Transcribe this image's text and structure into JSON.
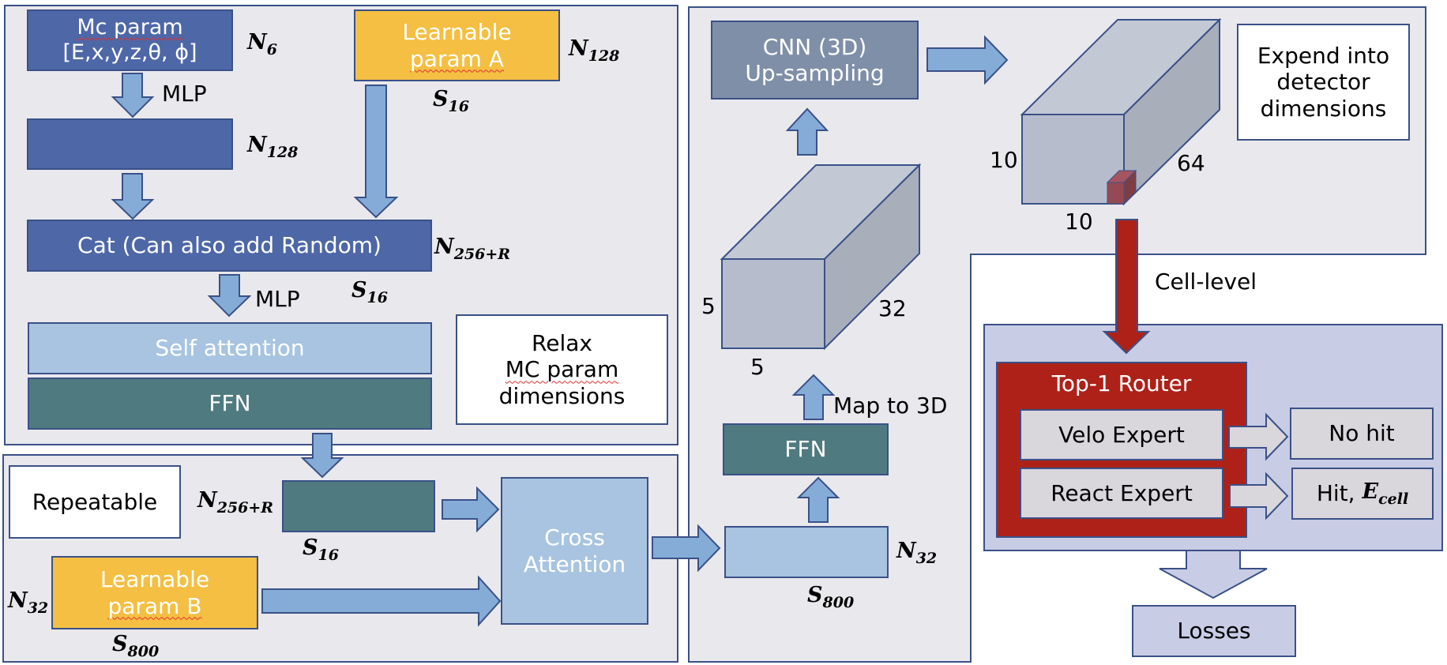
{
  "colors": {
    "panel_fill": "#e9e8ec",
    "panel_stroke": "#3a5188",
    "blue_dark": "#4e67a7",
    "gold": "#f4bf42",
    "light_blue": "#a8c4e0",
    "teal": "#4f7a80",
    "slate": "#7f8fa8",
    "arrow_blue": "#84acd7",
    "router_red": "#ad2119",
    "moe_fill": "#c9cce5",
    "expert_fill": "#d9d6dc",
    "cube_front": "#b6bccb",
    "cube_top": "#c3c8d5",
    "cube_side": "#a9aebb",
    "cell_red": "#944a54"
  },
  "encoder": {
    "mc_param": {
      "line1": "Mc param",
      "line2": "[E,x,y,z,θ, ϕ]",
      "dim_label": "N",
      "dim_sub": "6"
    },
    "mlp1_label": "MLP",
    "hidden_dim_label": "N",
    "hidden_dim_sub": "128",
    "learnable_a": {
      "line1": "Learnable",
      "line2": "param A",
      "dim_label": "N",
      "dim_sub": "128",
      "seq_label": "S",
      "seq_sub": "16"
    },
    "cat": {
      "label": "Cat (Can also add Random)",
      "dim_label": "N",
      "dim_sub": "256+R",
      "seq_label": "S",
      "seq_sub": "16"
    },
    "mlp2_label": "MLP",
    "self_attention": "Self attention",
    "ffn": "FFN",
    "note": {
      "line1": "Relax",
      "line2": "MC param",
      "line3": "dimensions"
    }
  },
  "decoder": {
    "repeatable": "Repeatable",
    "query": {
      "dim_label": "N",
      "dim_sub": "256+R",
      "seq_label": "S",
      "seq_sub": "16"
    },
    "learnable_b": {
      "line1": "Learnable",
      "line2": "param B",
      "dim_label": "N",
      "dim_sub": "32",
      "seq_label": "S",
      "seq_sub": "800"
    },
    "cross_attention": {
      "line1": "Cross",
      "line2": "Attention"
    }
  },
  "upsampler": {
    "latent": {
      "dim_label": "N",
      "dim_sub": "32",
      "seq_label": "S",
      "seq_sub": "800"
    },
    "ffn": "FFN",
    "map_label": "Map to 3D",
    "small_cube": {
      "height": "5",
      "width": "5",
      "depth": "32"
    },
    "cnn": {
      "line1": "CNN (3D)",
      "line2": "Up-sampling"
    },
    "big_cube": {
      "height": "10",
      "width": "10",
      "depth": "64"
    },
    "note": {
      "line1": "Expend into",
      "line2": "detector",
      "line3": "dimensions"
    }
  },
  "moe": {
    "cell_level_label": "Cell-level",
    "router": "Top-1 Router",
    "experts": [
      {
        "name": "Velo Expert",
        "output": "No hit"
      },
      {
        "name": "React Expert",
        "output": "Hit, ",
        "output_math": "E",
        "output_sub": "cell"
      }
    ],
    "losses": "Losses"
  }
}
